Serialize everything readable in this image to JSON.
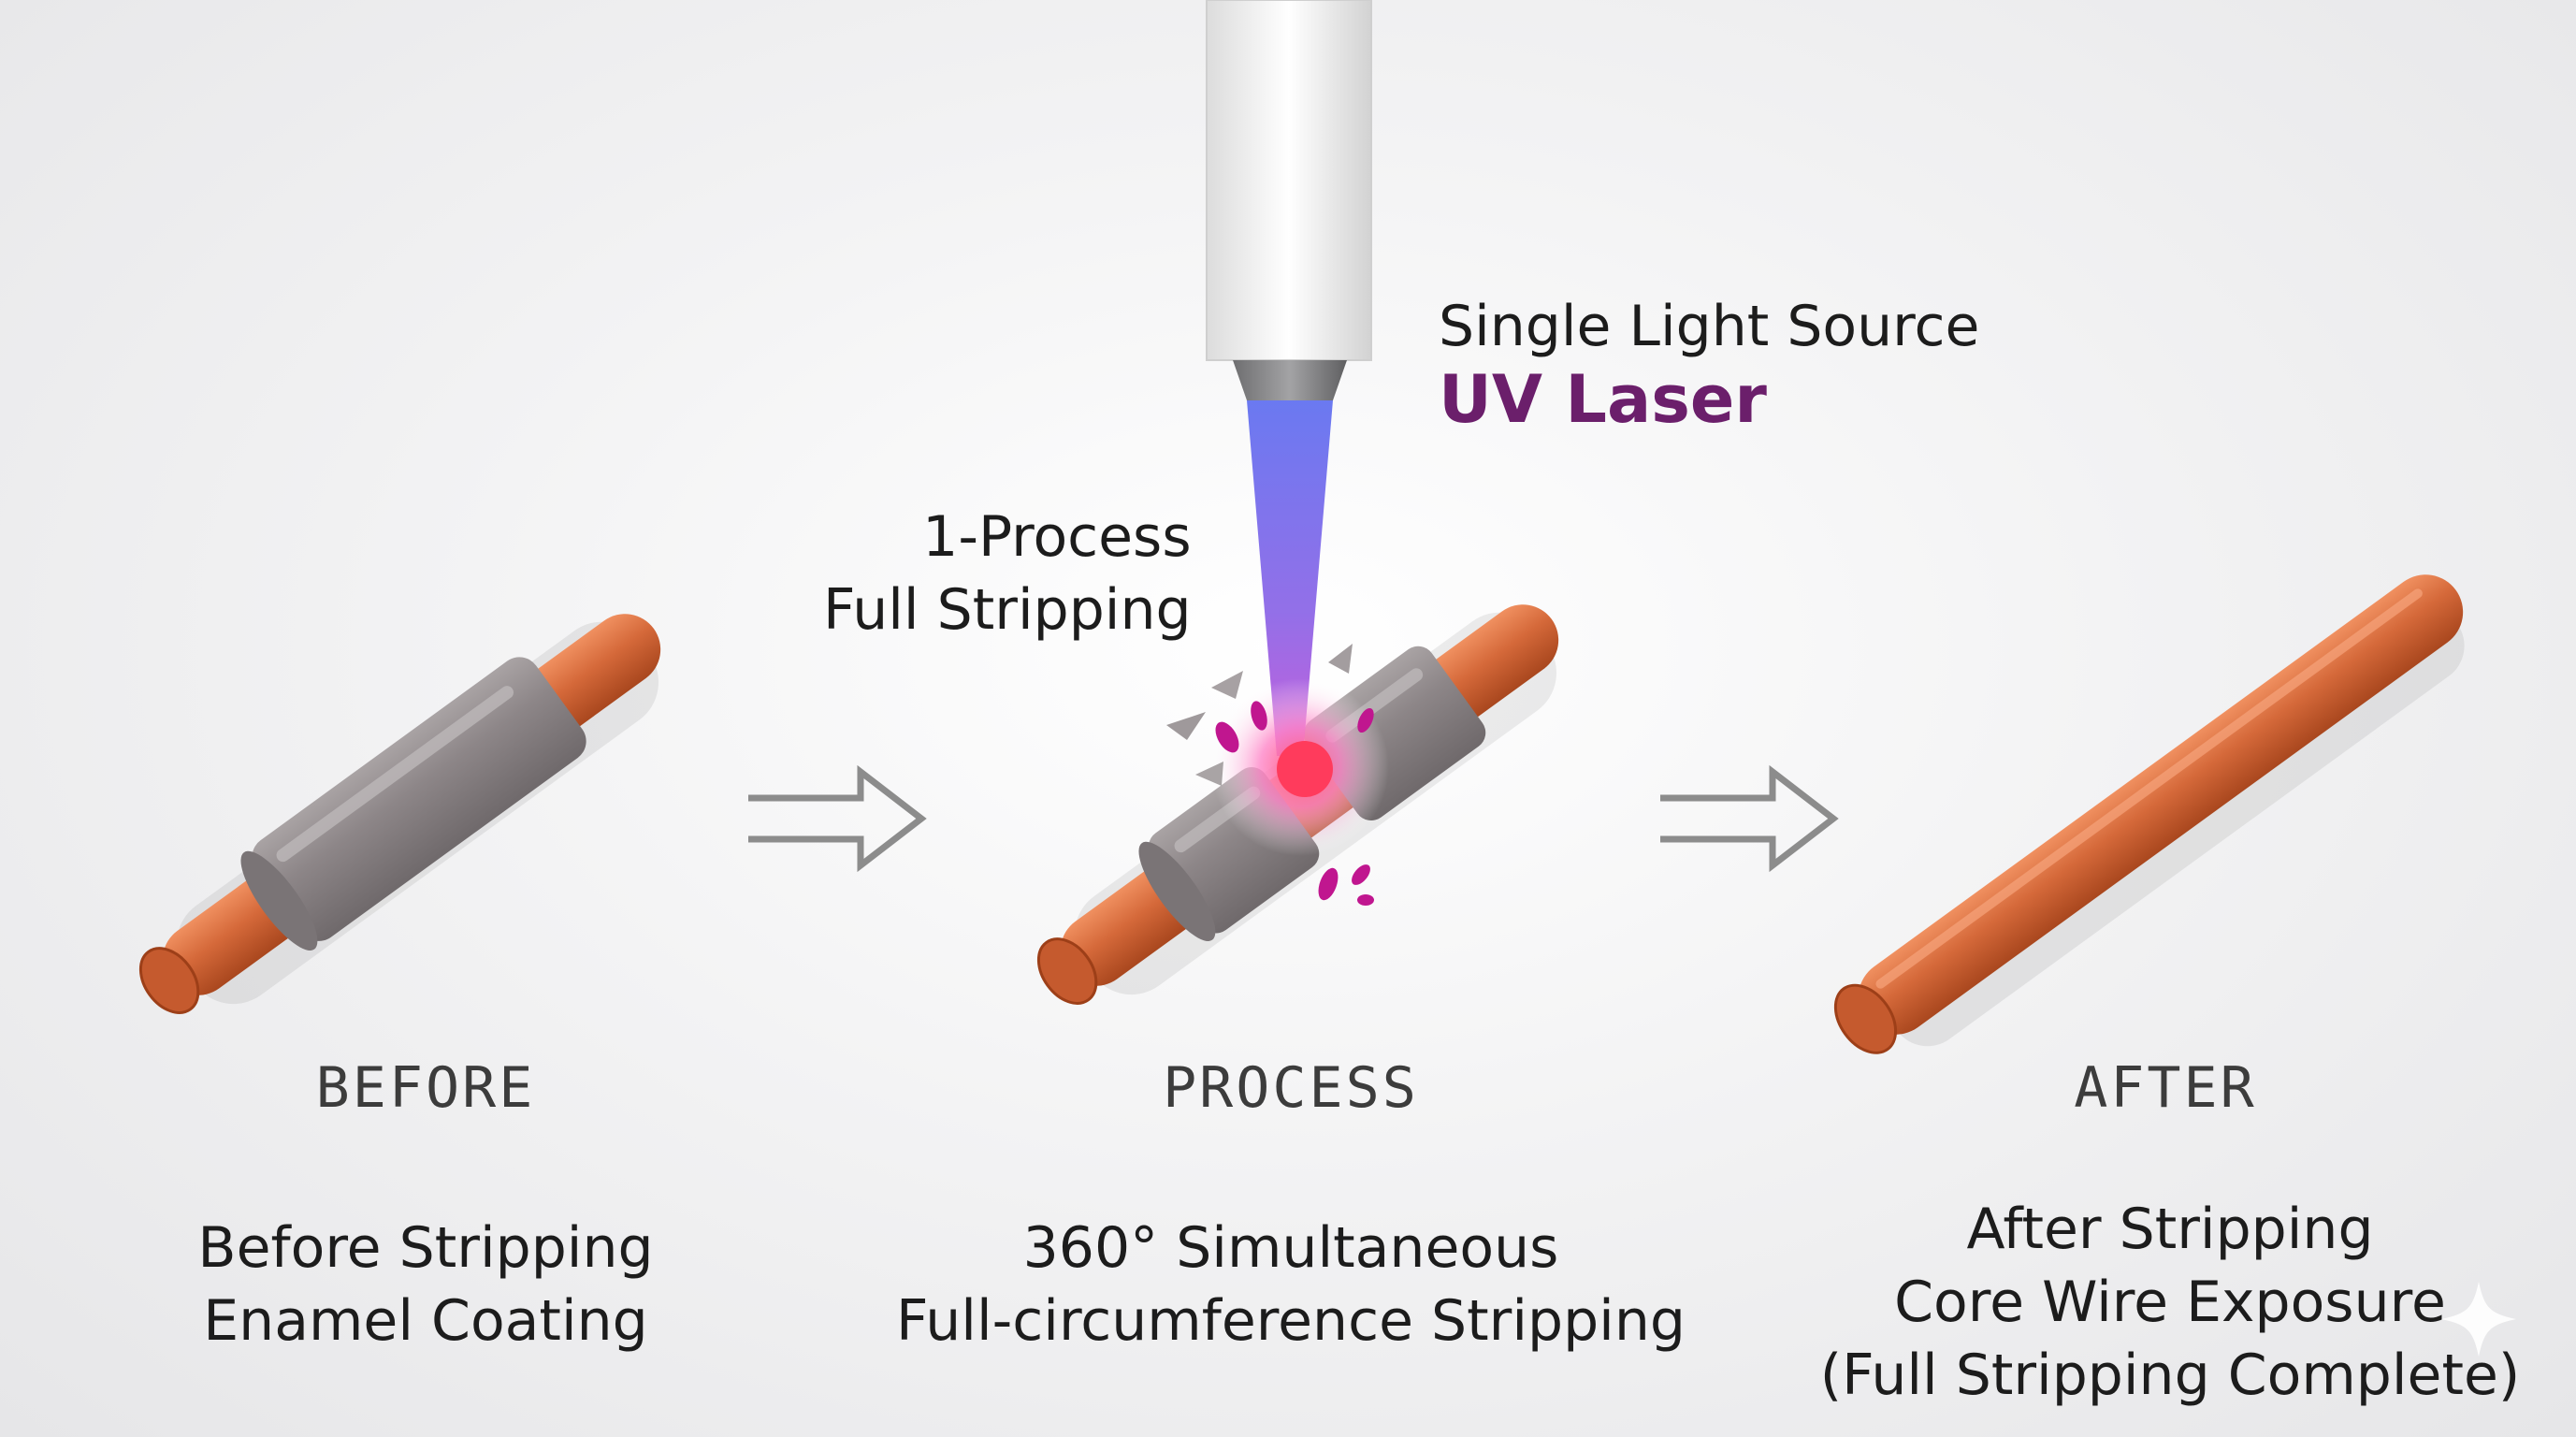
{
  "laser": {
    "source_line1": "Single Light Source",
    "source_line2": "UV Laser",
    "process_line1": "1-Process",
    "process_line2": "Full Stripping"
  },
  "stages": [
    {
      "title": "BEFORE",
      "desc_lines": [
        "Before Stripping",
        "Enamel Coating"
      ]
    },
    {
      "title": "PROCESS",
      "desc_lines": [
        "360° Simultaneous",
        "Full-circumference Stripping"
      ]
    },
    {
      "title": "AFTER",
      "desc_lines": [
        "After Stripping",
        "Core Wire Exposure",
        "(Full Stripping Complete)"
      ]
    }
  ],
  "colors": {
    "copper": "#d46a3c",
    "enamel": "#8e8789",
    "uv_text": "#6b1f6b",
    "beam": "#7e6df0",
    "spark": "#c0168f"
  },
  "icons": [
    "arrow-right-icon",
    "sparkle-icon"
  ]
}
